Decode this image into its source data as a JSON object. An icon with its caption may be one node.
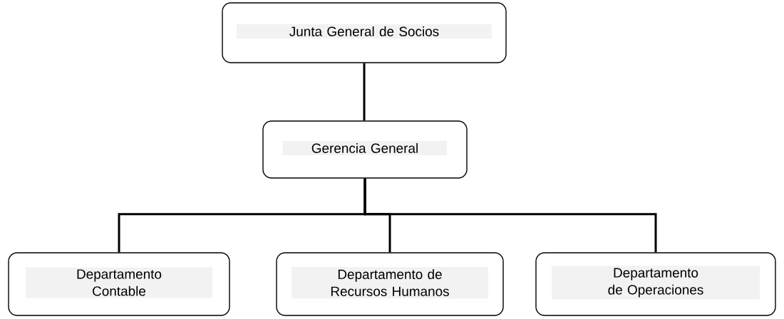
{
  "diagram": {
    "nodes": [
      {
        "text": [
          "Junta General de Socios"
        ]
      },
      {
        "text": [
          "Gerencia General"
        ]
      },
      {
        "text": [
          "Departamento Contable"
        ]
      },
      {
        "text": [
          "Departamento de Recursos Humanos"
        ]
      },
      {
        "text": [
          "Departamento de Operaciones"
        ]
      }
    ],
    "edges": [
      {
        "from": 0,
        "to": 1,
        "arrow": "none"
      },
      {
        "from": 1,
        "to": 2,
        "arrow": "none"
      },
      {
        "from": 1,
        "to": 3,
        "arrow": "none"
      },
      {
        "from": 1,
        "to": 4,
        "arrow": "none"
      }
    ]
  }
}
